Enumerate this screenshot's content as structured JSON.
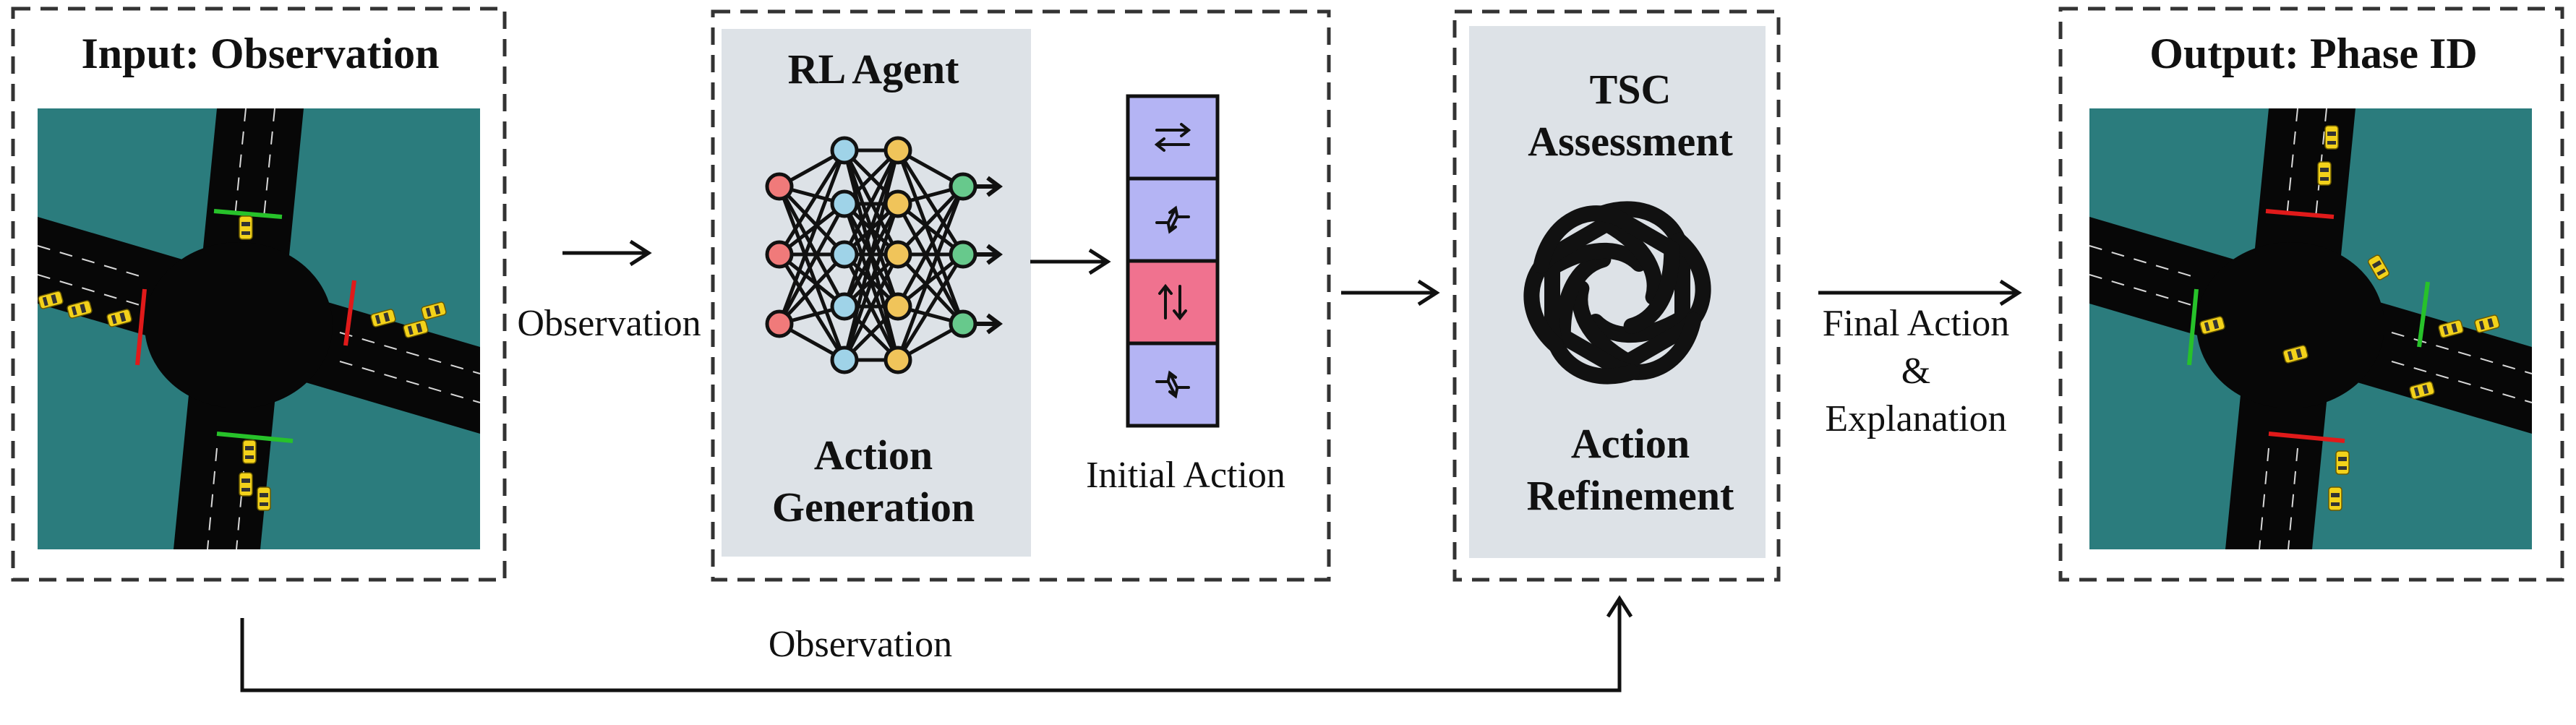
{
  "input_panel": {
    "title": "Input: Observation"
  },
  "rl_agent": {
    "title": "RL Agent",
    "action_generation_line1": "Action",
    "action_generation_line2": "Generation"
  },
  "initial_action": {
    "label": "Initial Action",
    "selected_index": 2,
    "phase_count": 4
  },
  "tsc_panel": {
    "title_line1": "TSC",
    "title_line2": "Assessment",
    "refine_line1": "Action",
    "refine_line2": "Refinement"
  },
  "output_panel": {
    "title": "Output: Phase ID"
  },
  "arrows": {
    "observation_label": "Observation",
    "final_line1": "Final Action",
    "final_line2": "&",
    "final_line3": "Explanation",
    "bottom_observation_label": "Observation"
  },
  "colors": {
    "panel_gray": "#dde2e7",
    "grass": "#2b7c7d",
    "phase_purple": "#b4b4f4",
    "phase_pink": "#f0728f",
    "signal_red": "#e01a1a",
    "signal_green": "#27c22a"
  },
  "icons": [
    "neural-network-icon",
    "openai-logo-icon",
    "phase-arrow-icon",
    "car-icon"
  ]
}
